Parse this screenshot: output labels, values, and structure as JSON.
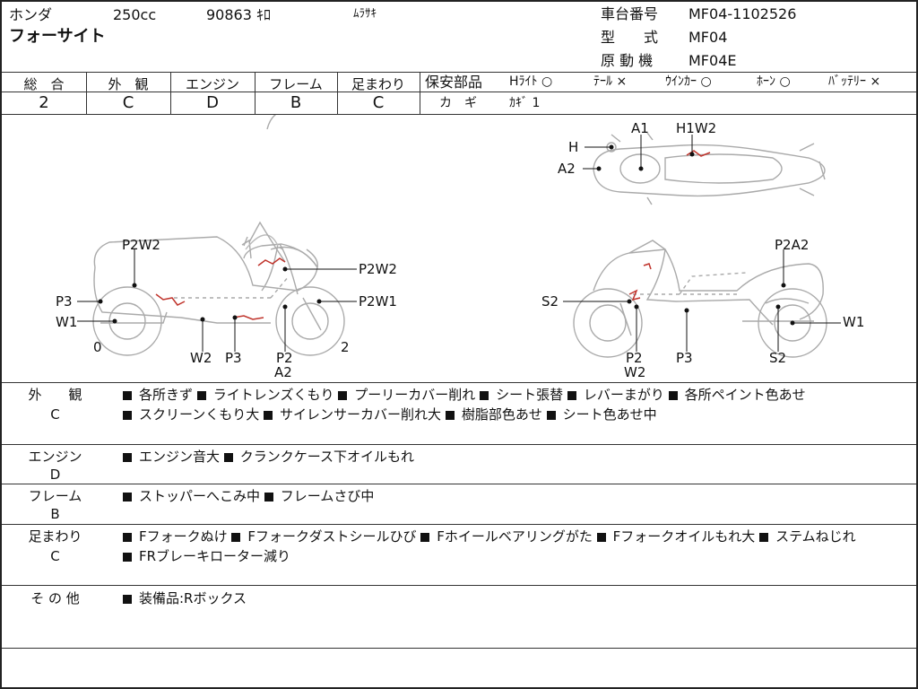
{
  "header": {
    "maker": "ホンダ",
    "cc": "250cc",
    "mileage": "90863 ｷﾛ",
    "color": "ﾑﾗｻｷ",
    "model_name": "フォーサイト",
    "frame_no_label": "車台番号",
    "frame_no": "MF04-1102526",
    "type_label": "型　　式",
    "type": "MF04",
    "engine_label": "原 動 機",
    "engine": "MF04E"
  },
  "grades": [
    {
      "label": "総　合",
      "value": "2"
    },
    {
      "label": "外　観",
      "value": "C"
    },
    {
      "label": "エンジン",
      "value": "D"
    },
    {
      "label": "フレーム",
      "value": "B"
    },
    {
      "label": "足まわり",
      "value": "C"
    }
  ],
  "safety": {
    "label": "保安部品",
    "items": [
      "Hﾗｲﾄ ○",
      "ﾃｰﾙ ×",
      "ｳｲﾝｶｰ ○",
      "ﾎｰﾝ ○",
      "ﾊﾞｯﾃﾘｰ ×"
    ],
    "key_label": "カ　ギ",
    "key_value": "ｶｷﾞ 1"
  },
  "diagram": {
    "top_labels": [
      "A1",
      "H1W2",
      "H",
      "A2"
    ],
    "left_labels": [
      "P2W2",
      "P2W2",
      "P3",
      "P2W1",
      "W1",
      "0",
      "2",
      "W2",
      "P3",
      "P2",
      "A2"
    ],
    "right_labels": [
      "P2A2",
      "S2",
      "W1",
      "P2",
      "W2",
      "P3",
      "S2"
    ]
  },
  "sections": [
    {
      "label": "外　　観",
      "grade": "C",
      "items": [
        "各所きず",
        "ライトレンズくもり",
        "プーリーカバー削れ",
        "シート張替",
        "レバーまがり",
        "各所ペイント色あせ",
        "スクリーンくもり大",
        "サイレンサーカバー削れ大",
        "樹脂部色あせ",
        "シート色あせ中"
      ]
    },
    {
      "label": "エンジン",
      "grade": "D",
      "items": [
        "エンジン音大",
        "クランクケース下オイルもれ"
      ]
    },
    {
      "label": "フレーム",
      "grade": "B",
      "items": [
        "ストッパーへこみ中",
        "フレームさび中"
      ]
    },
    {
      "label": "足まわり",
      "grade": "C",
      "items": [
        "Fフォークぬけ",
        "Fフォークダストシールひび",
        "Fホイールベアリングがた",
        "Fフォークオイルもれ大",
        "ステムねじれ",
        "FRブレーキローター減り"
      ]
    },
    {
      "label": "そ の 他",
      "grade": "",
      "items": [
        "装備品:Rボックス"
      ]
    }
  ]
}
